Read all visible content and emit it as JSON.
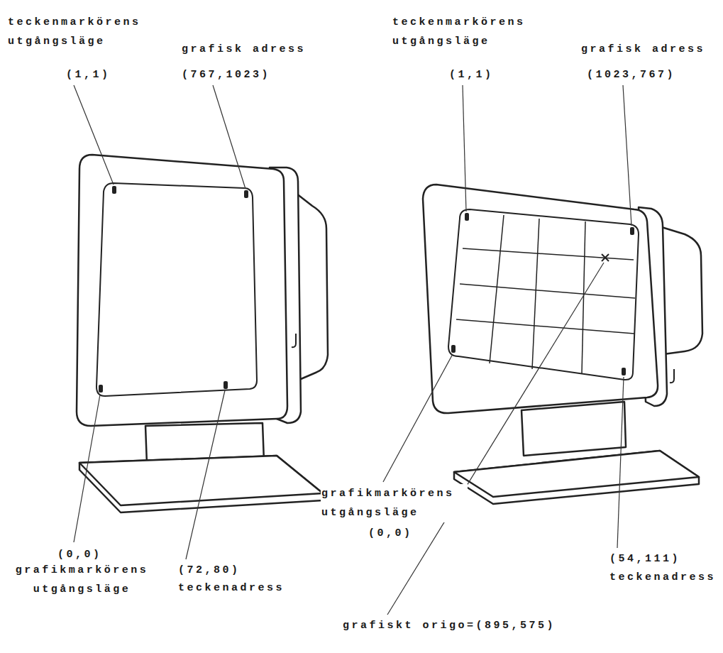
{
  "diagram": {
    "labels": [
      "teckenmarkörens utgångsläge",
      "(1,1)",
      "grafisk adress",
      "(767,1023)",
      "(0,0)",
      "grafikmarkörens utgångsläge",
      "(72,80)",
      "teckenadress",
      "teckenmarkörens utgångsläge",
      "(1,1)",
      "grafisk adress",
      "(1023,767)",
      "grafikmarkörens utgångsläge",
      "(0,0)",
      "(54,111)",
      "teckenadress",
      "grafiskt origo=(895,575)"
    ]
  }
}
